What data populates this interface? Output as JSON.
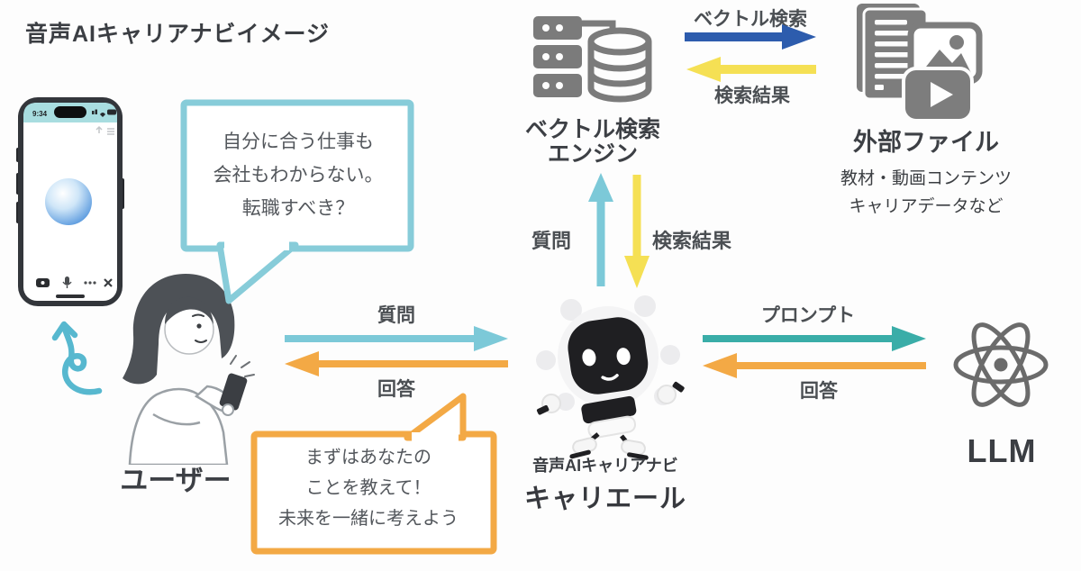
{
  "title": "音声AIキャリアナビイメージ",
  "phone": {
    "time": "9:34"
  },
  "user_section": {
    "label": "ユーザー",
    "bubble_lines": [
      "自分に合う仕事も",
      "会社もわからない。",
      "転職すべき？"
    ]
  },
  "vector_engine": {
    "label_lines": [
      "ベクトル検索",
      "エンジン"
    ]
  },
  "external_files": {
    "label": "外部ファイル",
    "desc_lines": [
      "教材・動画コンテンツ",
      "キャリアデータなど"
    ]
  },
  "robot": {
    "label_small": "音声AIキャリアナビ",
    "label_large": "キャリエール",
    "bubble_lines": [
      "まずはあなたの",
      "ことを教えて！",
      "未来を一緒に考えよう"
    ]
  },
  "llm": {
    "label": "LLM"
  },
  "arrows": {
    "vector_search": "ベクトル検索",
    "search_result_top": "検索結果",
    "question_up": "質問",
    "search_result_down": "検索結果",
    "question_user": "質問",
    "answer_user": "回答",
    "prompt": "プロンプト",
    "answer_llm": "回答"
  },
  "icons": {
    "vector_engine": "server-database-icon",
    "external_files": [
      "document-icon",
      "image-icon",
      "video-play-icon"
    ],
    "llm": "atom-icon",
    "robot": "robot-mascot-icon",
    "user": [
      "smartphone-icon",
      "person-illustration",
      "curly-arrow-icon"
    ]
  },
  "colors": {
    "teal_light": "#7cc9d8",
    "teal_dark": "#3aada8",
    "orange": "#f3a945",
    "yellow": "#f5e054",
    "blue": "#2d5cad",
    "icon_gray": "#7b7b7b",
    "text_dark": "#3d4045"
  }
}
